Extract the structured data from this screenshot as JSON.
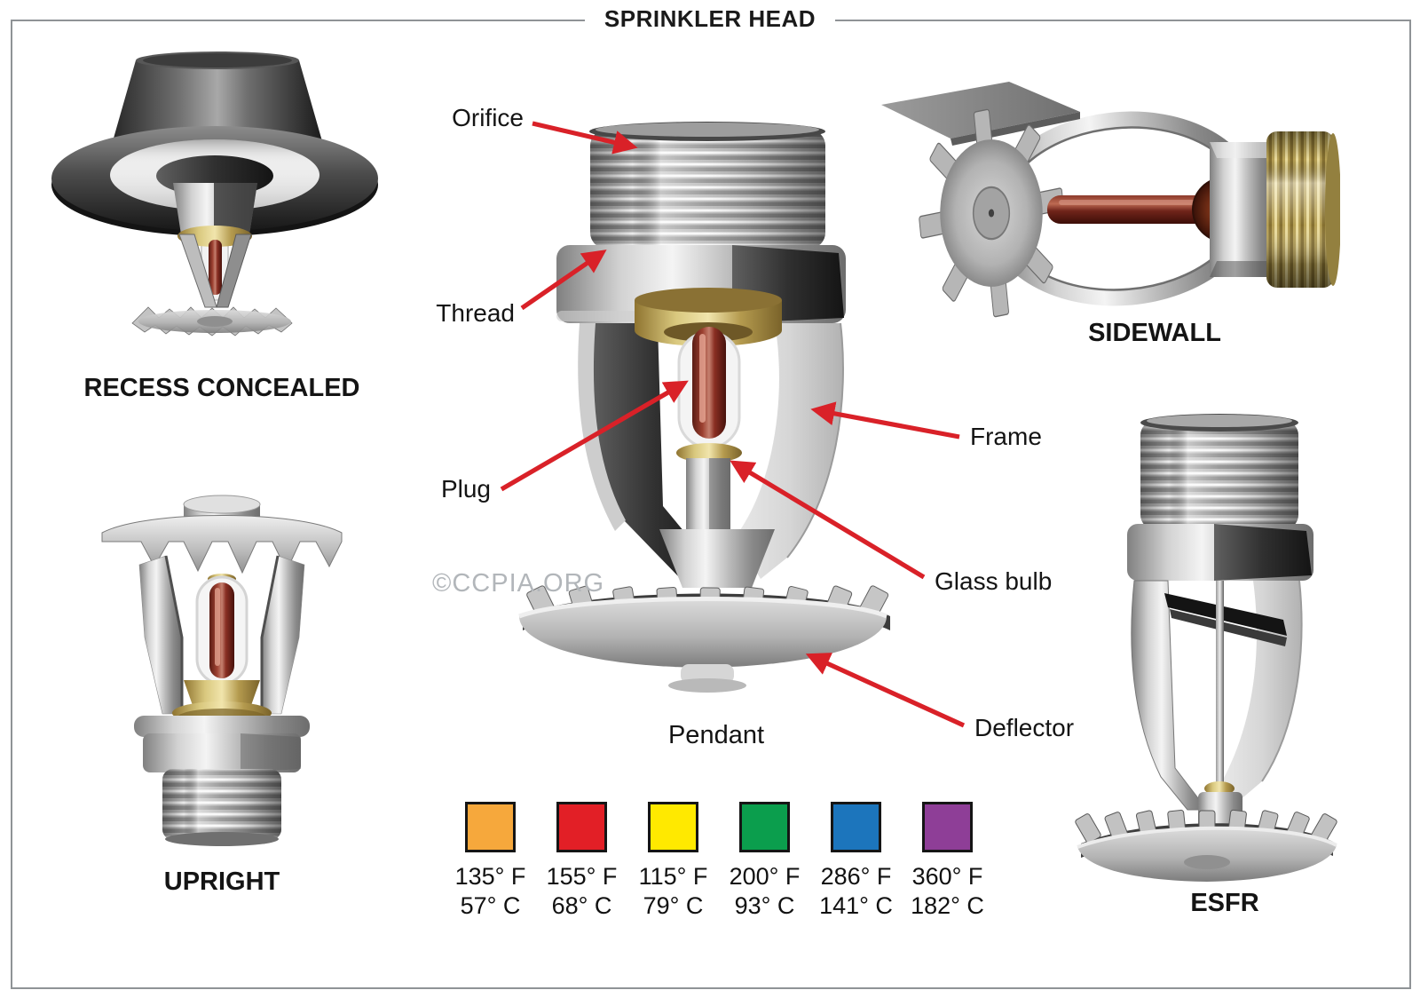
{
  "title": "SPRINKLER HEAD",
  "watermark": "©CCPIA.ORG",
  "center": {
    "type_label": "Pendant",
    "parts": {
      "orifice": "Orifice",
      "thread": "Thread",
      "plug": "Plug",
      "frame": "Frame",
      "glass_bulb": "Glass bulb",
      "deflector": "Deflector"
    }
  },
  "types": {
    "recess_concealed": "RECESS CONCEALED",
    "upright": "UPRIGHT",
    "sidewall": "SIDEWALL",
    "esfr": "ESFR"
  },
  "legend": {
    "items": [
      {
        "color": "#F6A83C",
        "fahrenheit": "135° F",
        "celsius": "57° C"
      },
      {
        "color": "#E21F26",
        "fahrenheit": "155° F",
        "celsius": "68° C"
      },
      {
        "color": "#FFE900",
        "fahrenheit": "115° F",
        "celsius": "79° C"
      },
      {
        "color": "#0B9E4D",
        "fahrenheit": "200° F",
        "celsius": "93° C"
      },
      {
        "color": "#1C75BC",
        "fahrenheit": "286° F",
        "celsius": "141° C"
      },
      {
        "color": "#8E3E97",
        "fahrenheit": "360° F",
        "celsius": "182° C"
      }
    ]
  },
  "colors": {
    "arrow": "#D92128",
    "border": "#8F9396"
  }
}
